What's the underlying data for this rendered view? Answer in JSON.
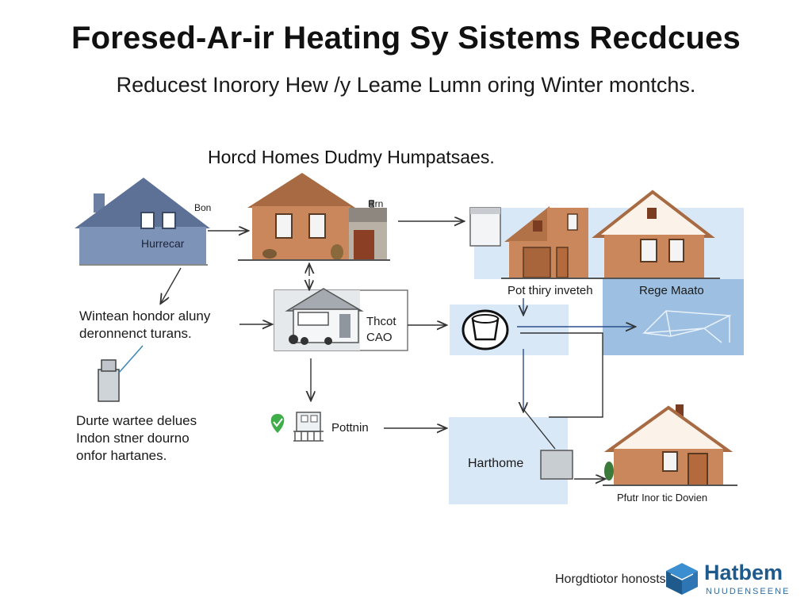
{
  "header": {
    "title": "Foresed-Ar-ir Heating Sy Sistems Recdcues",
    "subtitle": "Reducest Inorory Hew /y Leame Lumn oring Winter montchs."
  },
  "diagram": {
    "section_heading": "Horcd Homes Dudmy Humpatsaes.",
    "labels": {
      "house1_sign": "Hurrecar",
      "house1_small": "Bon",
      "house2_small": "Rrn",
      "left_text_top": [
        "Wintean hondor aluny",
        "deronnenct turans."
      ],
      "left_text_bottom": [
        "Durte wartee delues",
        "Indon stner dourno",
        "onfor hartanes."
      ],
      "center_box_text": [
        "Thcot",
        "CAO"
      ],
      "center_lower_text": "Pottnin",
      "right_label_1": "Pot thiry inveteh",
      "right_label_2": "Rege Maato",
      "lower_panel_text": "Harthome",
      "bottom_right_caption": "Pfutr Inor tic Dovien"
    },
    "colors": {
      "blue_house": "#7e93b8",
      "orange_house": "#c9875b",
      "panel_light": "#d9e8f6",
      "panel_dark": "#9dc0e2",
      "arrow": "#333333",
      "accent_green": "#3fae4a",
      "brand_blue": "#1f5a8c"
    }
  },
  "footer": {
    "credit": "Horgdtiotor honosts",
    "brand_name": "Hatbem",
    "brand_tagline": "NUUDENSEENE"
  }
}
